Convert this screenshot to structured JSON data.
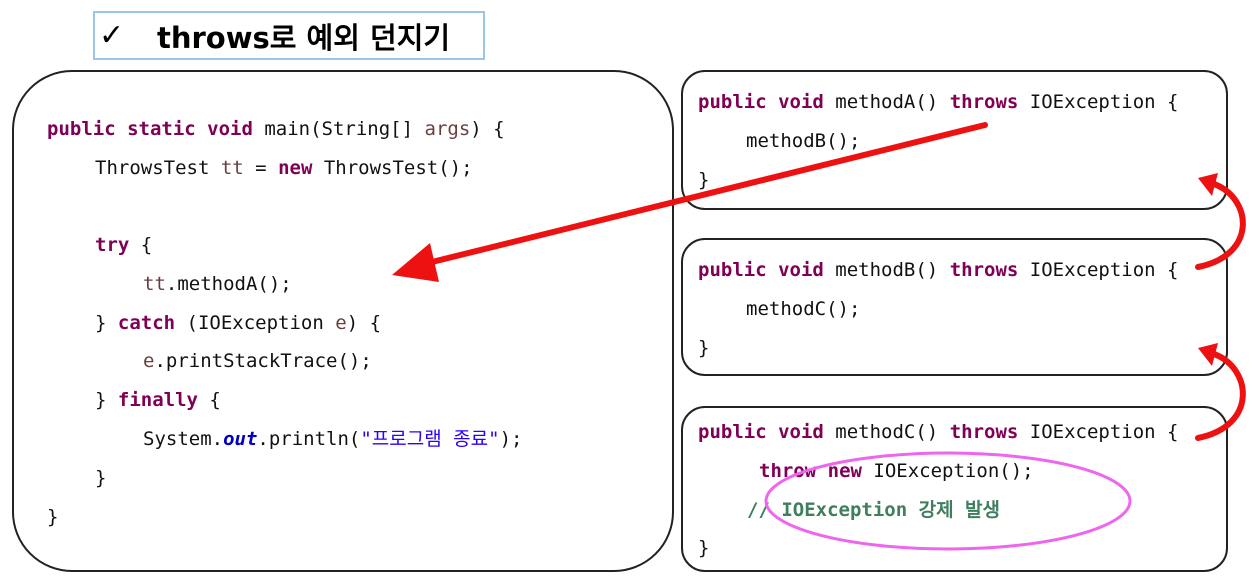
{
  "title": {
    "check": "✓",
    "text": "throws로 예외 던지기"
  },
  "main_code": {
    "l1_kw": "public static void",
    "l1_rest": " main(String[] ",
    "l1_var": "args",
    "l1_end": ") {",
    "l2_a": "ThrowsTest ",
    "l2_var": "tt",
    "l2_b": " = ",
    "l2_kw": "new",
    "l2_c": " ThrowsTest();",
    "l3_kw": "try",
    "l3_rest": " {",
    "l4_var": "tt",
    "l4_rest": ".methodA();",
    "l5_a": "} ",
    "l5_kw": "catch",
    "l5_b": " (IOException ",
    "l5_var": "e",
    "l5_c": ") {",
    "l6_var": "e",
    "l6_rest": ".printStackTrace();",
    "l7_a": "} ",
    "l7_kw": "finally",
    "l7_b": " {",
    "l8_a": "System.",
    "l8_fld": "out",
    "l8_b": ".println(",
    "l8_str": "\"프로그램 종료\"",
    "l8_c": ");",
    "l9": "}",
    "l10": "}"
  },
  "method_a": {
    "sig_kw1": "public void",
    "sig_name": " methodA() ",
    "sig_kw2": "throws",
    "sig_rest": " IOException {",
    "body": "methodB();",
    "close": "}"
  },
  "method_b": {
    "sig_kw1": "public void",
    "sig_name": " methodB() ",
    "sig_kw2": "throws",
    "sig_rest": " IOException {",
    "body": "methodC();",
    "close": "}"
  },
  "method_c": {
    "sig_kw1": "public void",
    "sig_name": " methodC() ",
    "sig_kw2": "throws",
    "sig_rest": " IOException {",
    "body_kw1": "throw",
    "body_sp": " ",
    "body_kw2": "new",
    "body_rest": " IOException();",
    "comment": "// IOException 강제 발생",
    "close": "}"
  },
  "colors": {
    "keyword": "#7f0055",
    "string": "#2a00ff",
    "comment": "#3f7f5f",
    "arrow": "#ee1111",
    "highlight_ellipse": "#ee66ee",
    "title_border": "#9cc3e8"
  }
}
